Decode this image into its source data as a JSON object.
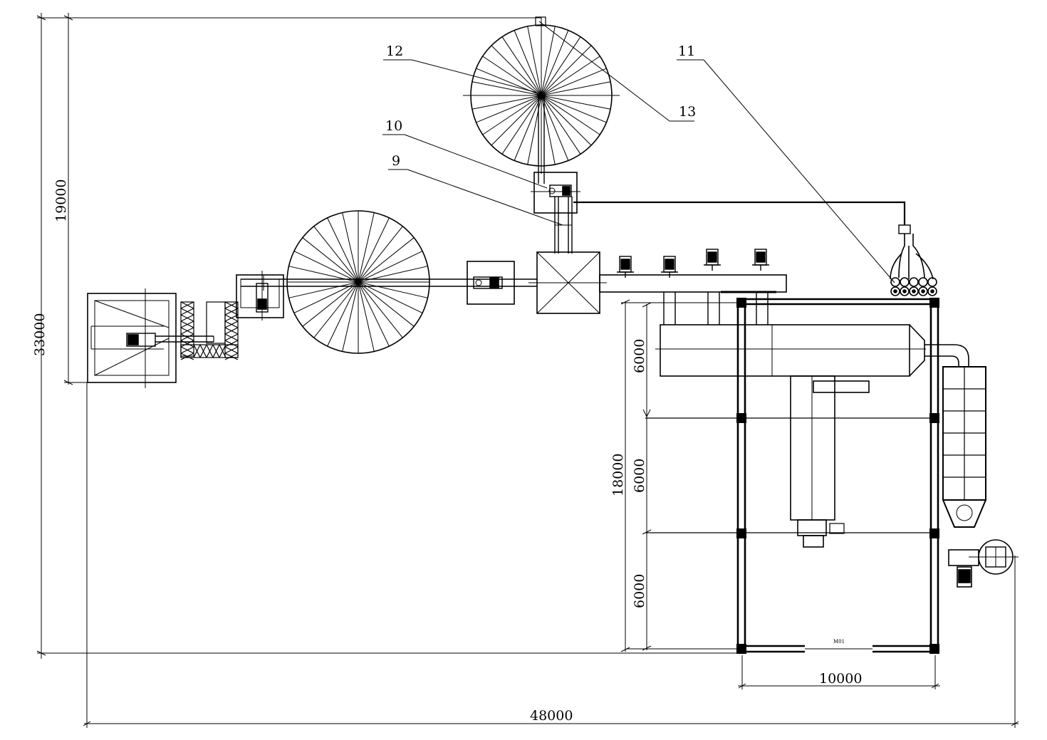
{
  "drawing": {
    "dimensions": {
      "overall_width": "48000",
      "overall_height": "33000",
      "upper_height": "19000",
      "building_depth": "18000",
      "bay_1": "6000",
      "bay_2": "6000",
      "bay_3": "6000",
      "building_width": "10000"
    },
    "callouts": [
      {
        "id": "9",
        "label": "9"
      },
      {
        "id": "10",
        "label": "10"
      },
      {
        "id": "11",
        "label": "11"
      },
      {
        "id": "12",
        "label": "12"
      },
      {
        "id": "13",
        "label": "13"
      }
    ],
    "door_label": "M01",
    "line_color": "#000000",
    "paper_color": "#ffffff"
  }
}
